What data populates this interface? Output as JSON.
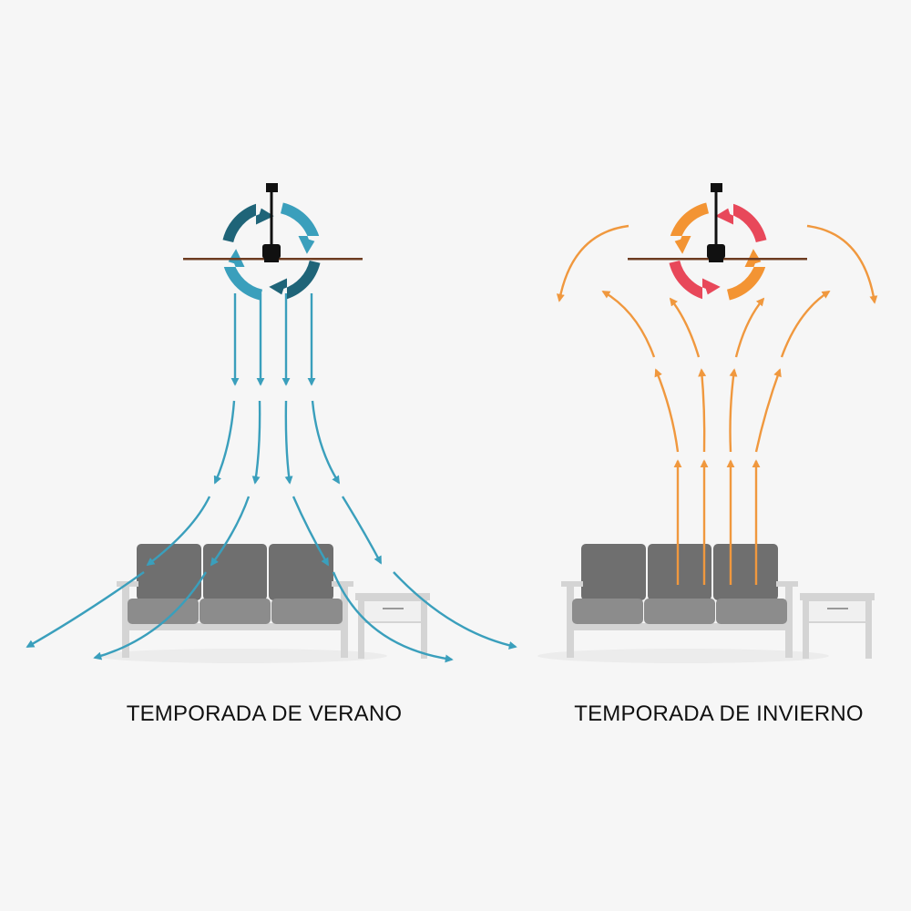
{
  "panels": [
    {
      "id": "summer",
      "caption": "TEMPORADA DE VERANO",
      "flow": "downward",
      "colors": {
        "light": "#3a9fbc",
        "dark": "#1f6478",
        "airflow": "#3a9fbc"
      }
    },
    {
      "id": "winter",
      "caption": "TEMPORADA DE INVIERNO",
      "flow": "upward",
      "colors": {
        "light": "#f39433",
        "dark": "#e8485a",
        "airflow": "#f0983e"
      }
    }
  ],
  "colors": {
    "background": "#f6f6f6",
    "cushion_back": "#6f6f6f",
    "cushion_seat": "#8c8c8c",
    "frame": "#d4d4d4",
    "fan_body": "#111111",
    "fan_blade": "#6e3d22"
  },
  "icons": [
    "ceiling-fan-icon",
    "sofa-icon",
    "side-table-icon",
    "rotation-arrows-icon",
    "airflow-arrow-icon"
  ]
}
